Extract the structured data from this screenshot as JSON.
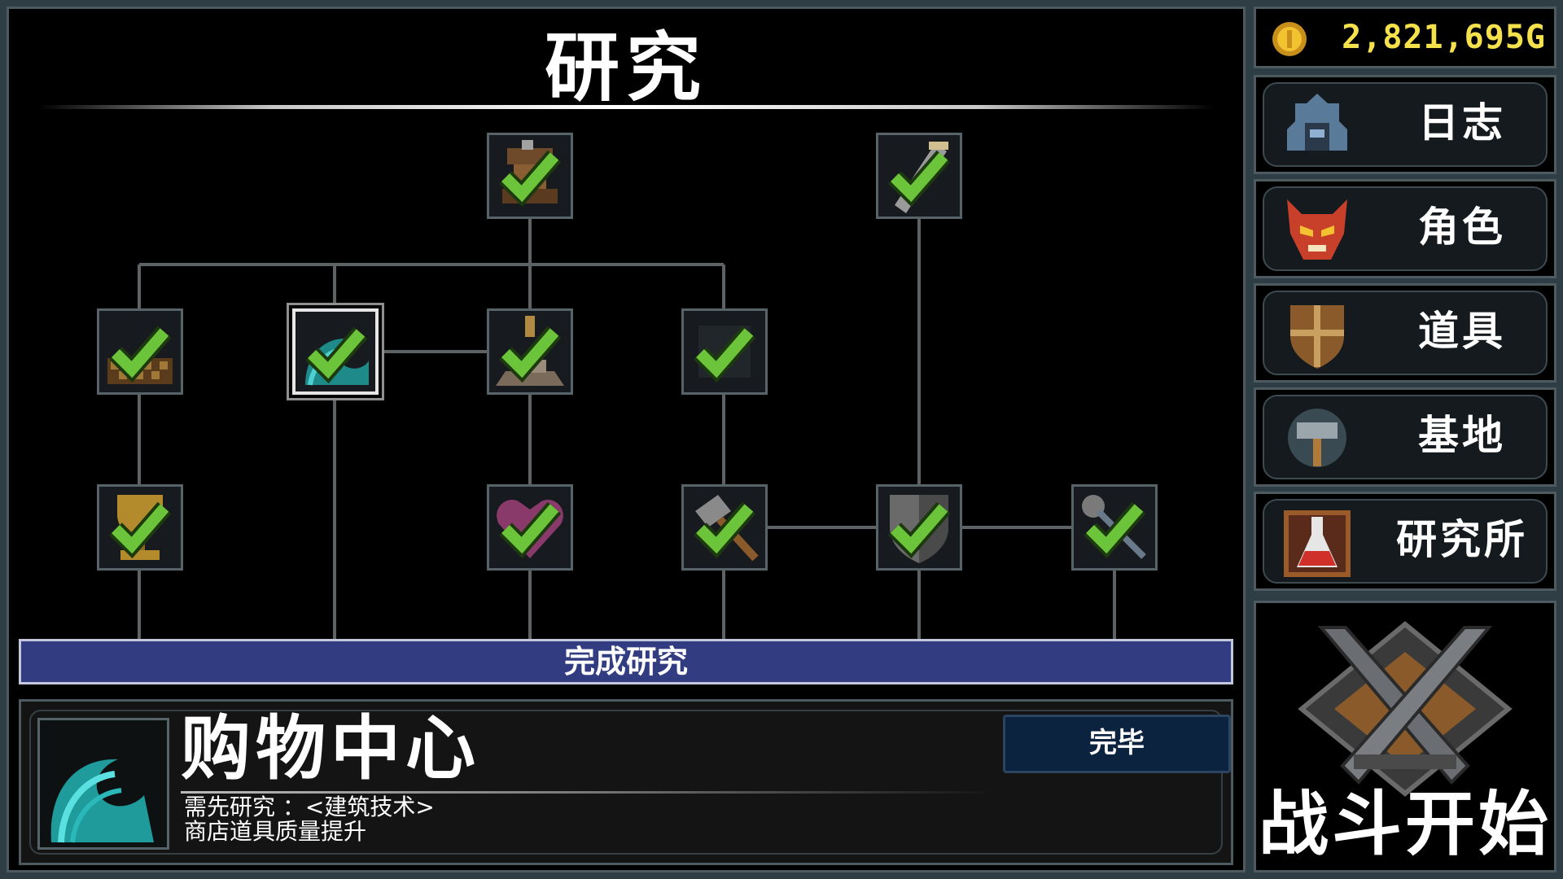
{
  "research": {
    "title": "研究",
    "complete_bar_label": "完成研究",
    "nodes": [
      {
        "id": "n1",
        "icon": "furnace-icon",
        "status": "completed"
      },
      {
        "id": "n2",
        "icon": "sword-scroll-icon",
        "status": "completed"
      },
      {
        "id": "n3",
        "icon": "blueprint-icon",
        "status": "completed"
      },
      {
        "id": "n4",
        "icon": "wave-icon",
        "status": "completed",
        "selected": true
      },
      {
        "id": "n5",
        "icon": "anvil-icon",
        "status": "completed"
      },
      {
        "id": "n6",
        "icon": "gem-icon",
        "status": "completed"
      },
      {
        "id": "n7",
        "icon": "trophy-icon",
        "status": "completed"
      },
      {
        "id": "n8",
        "icon": "heart-icon",
        "status": "completed"
      },
      {
        "id": "n9",
        "icon": "hammer-icon",
        "status": "completed"
      },
      {
        "id": "n10",
        "icon": "shield-icon",
        "status": "completed"
      },
      {
        "id": "n11",
        "icon": "wrench-icon",
        "status": "completed"
      }
    ]
  },
  "detail": {
    "name": "购物中心",
    "prerequisite": "需先研究 ：<建筑技术>",
    "description": "商店道具质量提升",
    "done_button_label": "完毕",
    "icon": "wave-icon"
  },
  "gold": {
    "amount": "2,821,695G",
    "icon": "gold-coin-icon"
  },
  "menu": {
    "items": [
      {
        "label": "日志",
        "icon": "journal-helmet-icon"
      },
      {
        "label": "角色",
        "icon": "demon-mask-icon"
      },
      {
        "label": "道具",
        "icon": "shield-icon"
      },
      {
        "label": "基地",
        "icon": "hammer-base-icon"
      },
      {
        "label": "研究所",
        "icon": "potion-flask-icon"
      }
    ]
  },
  "battle": {
    "label": "战斗开始",
    "icon": "crossed-swords-icon"
  },
  "colors": {
    "check": "#6cc43a",
    "accent_bar": "#323c80",
    "gold": "#f5e14b"
  }
}
